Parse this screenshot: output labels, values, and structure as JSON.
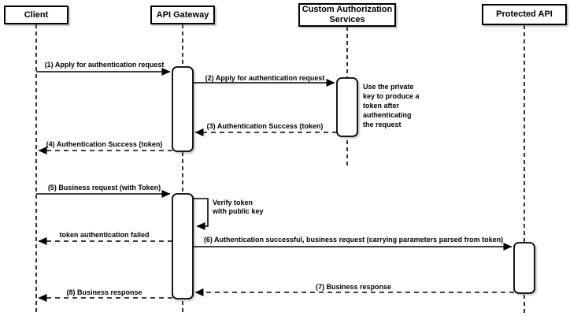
{
  "diagram": {
    "kind": "uml-sequence-diagram",
    "colors": {
      "stroke": "#000000",
      "fill": "#ffffff",
      "background": "#ffffff"
    },
    "actors": [
      {
        "name": "Client"
      },
      {
        "name": "API Gateway"
      },
      {
        "name": "Custom Authorization\nServices"
      },
      {
        "name": "Protected API"
      }
    ],
    "messages": [
      {
        "seq": 1,
        "label": "(1) Apply for authentication request",
        "from": "Client",
        "to": "API Gateway",
        "style": "solid"
      },
      {
        "seq": 2,
        "label": "(2) Apply for authentication request",
        "from": "API Gateway",
        "to": "Custom Authorization Services",
        "style": "solid"
      },
      {
        "seq": 3,
        "label": "(3) Authentication Success (token)",
        "from": "Custom Authorization Services",
        "to": "API Gateway",
        "style": "dashed"
      },
      {
        "seq": 4,
        "label": "(4) Authentication Success (token)",
        "from": "API Gateway",
        "to": "Client",
        "style": "dashed"
      },
      {
        "seq": 5,
        "label": "(5) Business request (with Token)",
        "from": "Client",
        "to": "API Gateway",
        "style": "solid"
      },
      {
        "seq": null,
        "label": "Verify token\nwith public key",
        "from": "API Gateway",
        "to": "API Gateway",
        "style": "self-loop"
      },
      {
        "seq": null,
        "label": "token authentication failed",
        "from": "API Gateway",
        "to": "Client",
        "style": "dashed"
      },
      {
        "seq": 6,
        "label": "(6) Authentication successful, business request (carrying parameters parsed from token)",
        "from": "API Gateway",
        "to": "Protected API",
        "style": "solid"
      },
      {
        "seq": 7,
        "label": "(7) Business response",
        "from": "Protected API",
        "to": "API Gateway",
        "style": "dashed"
      },
      {
        "seq": 8,
        "label": "(8) Business response",
        "from": "API Gateway",
        "to": "Client",
        "style": "dashed"
      }
    ],
    "notes": [
      {
        "text": "Use the private\nkey to produce a\ntoken after\nauthenticating\nthe request",
        "attached_to": "Custom Authorization Services"
      }
    ]
  }
}
